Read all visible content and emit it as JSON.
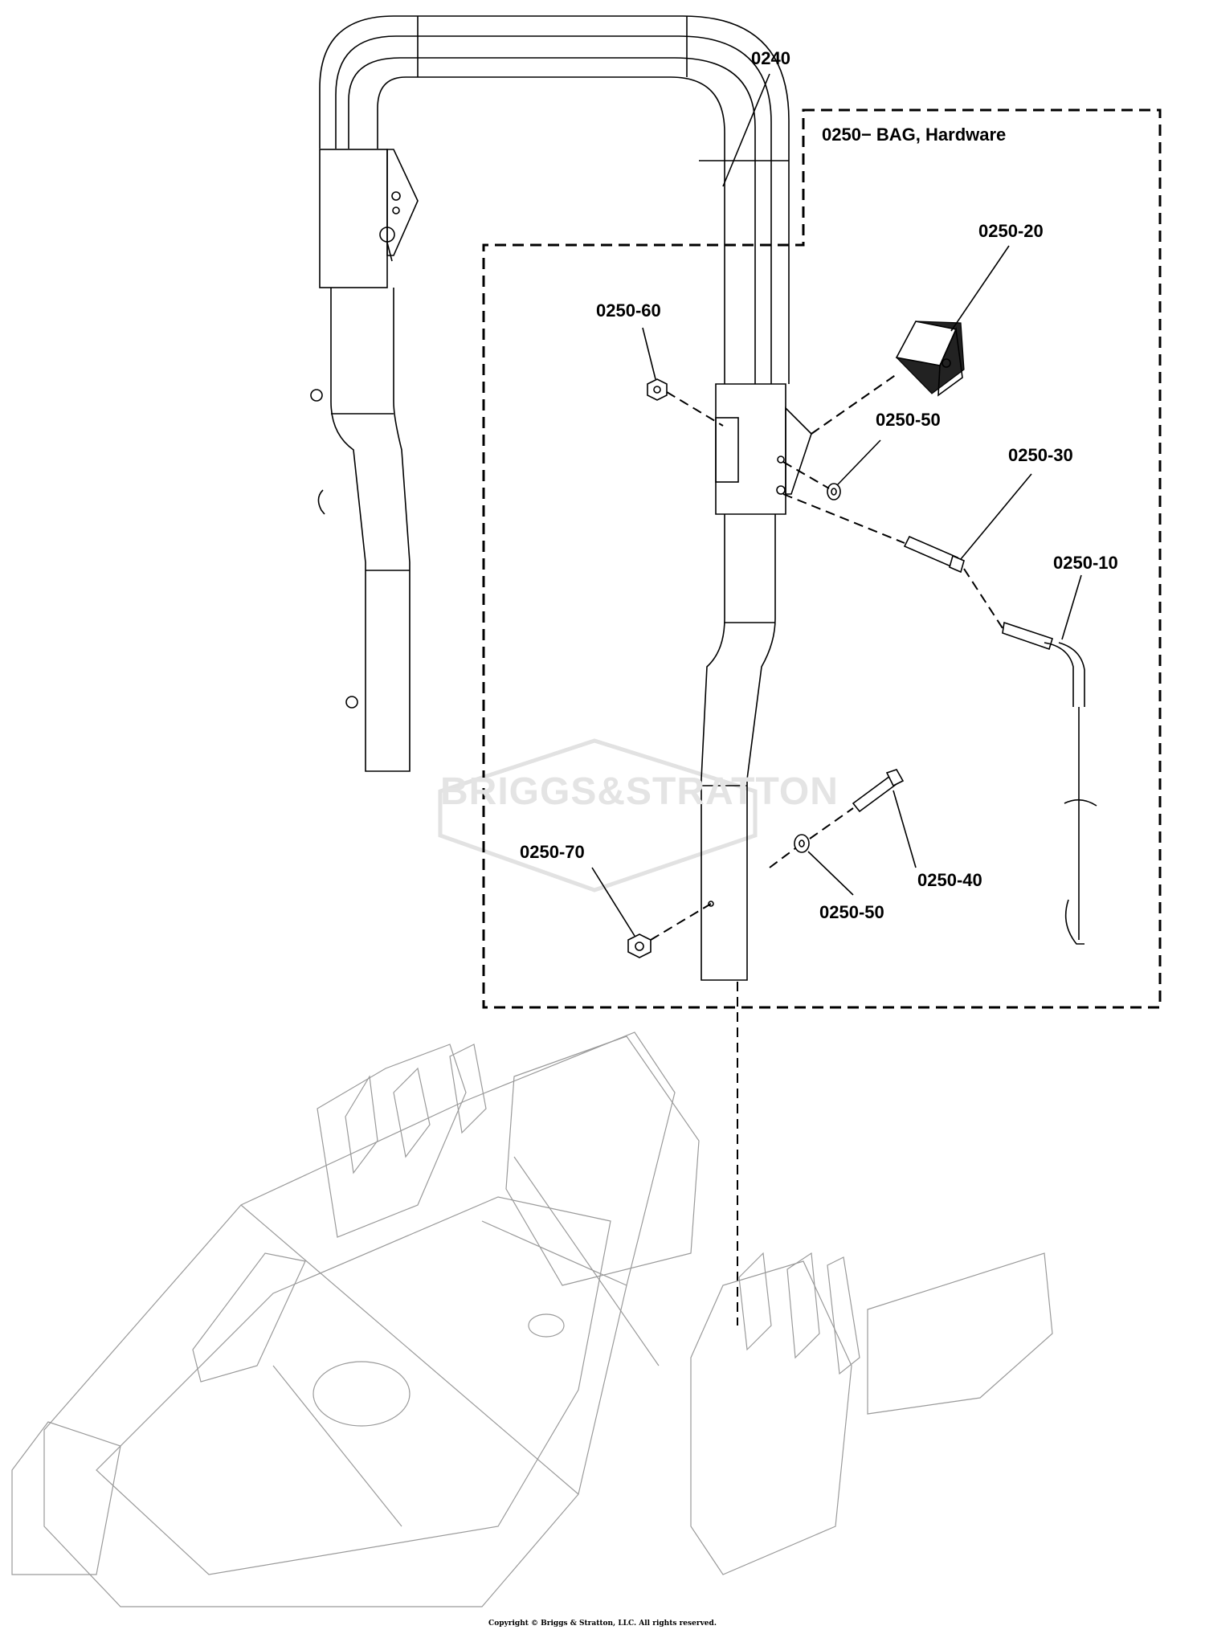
{
  "callouts": {
    "handle": "0240",
    "bag": "0250− BAG, Hardware",
    "bumper": "0250-20",
    "nut_top": "0250-60",
    "washer_top": "0250-50",
    "bolt_top": "0250-30",
    "pin": "0250-10",
    "nut_bottom": "0250-70",
    "bolt_bottom": "0250-40",
    "washer_bottom": "0250-50"
  },
  "watermark": "BRIGGS&STRATTON",
  "copyright": "Copyright © Briggs & Stratton, LLC. All rights reserved."
}
